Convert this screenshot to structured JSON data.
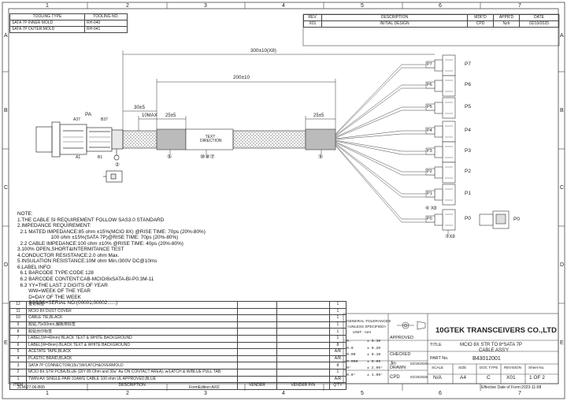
{
  "grid": {
    "cols": [
      "1",
      "2",
      "3",
      "4",
      "5",
      "6",
      "7"
    ],
    "rows": [
      "A",
      "B",
      "C",
      "D",
      "E"
    ]
  },
  "tooling": {
    "headers": [
      "TOOLING TYPE",
      "TOOLING NO."
    ],
    "rows": [
      [
        "SATA 7P INNER MOLD",
        "RH-040"
      ],
      [
        "SATA 7P OUTER MOLD",
        "RH-041"
      ]
    ]
  },
  "revision": {
    "headers": [
      "REV.",
      "DESCRIPTION",
      "MDF'D",
      "APPR'D",
      "DATE"
    ],
    "row": [
      "X01",
      "INITIAL DESIGN",
      "CPD",
      "Nzh",
      "02/19/2025"
    ]
  },
  "dims": {
    "overall": "300±10(X8)",
    "main": "200±10",
    "d30": "30±5",
    "d10": "10MAX",
    "d25a": "25±5",
    "d25b": "25±5"
  },
  "labels": {
    "pa": "PA",
    "a37": "A37",
    "b37": "B37",
    "a1": "A1",
    "b1": "B1",
    "text_direction": "TEXT DIRECTION",
    "callout_2": "②",
    "callout_5a": "⑤",
    "callout_5b": "⑤",
    "callout_mid": "⑩⑧⑦",
    "callout_6": "⑥ X8",
    "callout_3": "③X8",
    "p0_right": "P0"
  },
  "ports": [
    "P7",
    "P6",
    "P5",
    "P4",
    "P3",
    "P2",
    "P1",
    "P0"
  ],
  "notes": [
    "NOTE:",
    "1.THE CABLE SI REQUIREMENT FOLLOW SAS3.0 STANDARD",
    "2.IMPEDANCE REQUIREMENT:",
    "  2.1 MATED IMPEDANCE:85 ohm ±15%(MCIO 8X) @RISE TIME: 70ps (20%-80%)",
    "                        100 ohm ±15%(SATA 7P)@RISE TIME: 70ps (20%-80%)",
    "  2.2 CABLE IMPEDANCE:100 ohm ±10% @RISE TIME: 40ps (20%-80%)",
    "3.100% OPEN,SHORT&INTERMITANCE TEST",
    "4.CONDUCTOR RESISTANCE:2.0 ohm Max.",
    "5.INSULATION RESISTANCE:10M ohm Min./300V DC@10ms",
    "6.LABEL INFO:",
    "  6.1 BARCODE TYPE:CODE 128",
    "  6.2 BARCODE CONTENT:CAB-MCIO/8xSATA-BI-P0.3M-11",
    "  6.3 YY=THE LAST 2 DIGITS OF YEAR",
    "        WW=WEEK OF THE YEAR",
    "        D=DAY OF THE WEEK",
    "        SSSSS=SERIAL NO.(00001,00002......)"
  ],
  "bom": {
    "rows": [
      [
        "12",
        "登记标签",
        "",
        "1"
      ],
      [
        "11",
        "MCIO 8X DUST COVER",
        "",
        "1"
      ],
      [
        "10",
        "CABLE TIE,BLACK",
        "",
        "1"
      ],
      [
        "9",
        "胶贴,75x50mm,胸板用标签",
        "",
        "1"
      ],
      [
        "8",
        "胶贴丝印标签",
        "",
        "1"
      ],
      [
        "7",
        "LABEL(W=40mm) BLACK TEXT & WHITE BACKGROUND",
        "",
        "1"
      ],
      [
        "6",
        "LABEL(W=8mm) BLACK TEXT & WHITE BACKGROUND",
        "",
        "8"
      ],
      [
        "5",
        "ACETATE TAPE,BLACK",
        "",
        "A/R"
      ],
      [
        "4",
        "PLASTIC BRAID,BLACK",
        "",
        "A/R"
      ],
      [
        "3",
        "SATA 7P CONNECTOR(15u\")W/LATCH&OVERMOLD",
        "",
        "8"
      ],
      [
        "2",
        "MCIO 8X STR PCBA,BLUE (DIY 85 Ohm and 30u\" Au ON CONTACT AREA); w/LATCH & W/BLUE PULL TAB",
        "",
        "1"
      ],
      [
        "1",
        "TWIN-AX SINGLE PAIR 31AWG CABLE 100 ohm UL APPROVED,BLUE",
        "",
        "A/R"
      ]
    ],
    "footer": [
      "ITEM",
      "DESCRIPTION",
      "VENDER",
      "VENDER P/N",
      "Q'TY"
    ]
  },
  "tolerances": {
    "title1": "GENERAL TOLERANCES",
    "title2": "<UNLESS SPECIFIED>",
    "unit": "UNIT : mm",
    "rows": [
      [
        "0.",
        "±  0.30"
      ],
      [
        "0.0",
        "±  0.20"
      ],
      [
        "0.00",
        "±  0.10"
      ],
      [
        "0.000",
        "±  0.05"
      ],
      [
        "0°",
        "±  2.00°"
      ],
      [
        "0.0°",
        "±  1.00°"
      ]
    ]
  },
  "approvals": {
    "approved": "APPROVED",
    "checked": "CHECKED",
    "checked_by": "Jin",
    "checked_date": "02/19/2025",
    "drawn": "DRAWN",
    "drawn_by": "CPD",
    "drawn_date": "02/19/2025"
  },
  "titleblock": {
    "company": "10GTEK TRANSCEIVERS CO.,LTD",
    "title_lbl": "TITLE",
    "title1": "MCIO 8X STR TO 8*SATA 7P",
    "title2": "CABLE ASS'Y",
    "partno_lbl": "PART No.",
    "partno": "B43012001",
    "scale_lbl": "SCALE",
    "scale": "N/A",
    "size_lbl": "SIZE",
    "size": "A4",
    "doc_lbl": "DOC TYPE",
    "doc": "C",
    "rev_lbl": "REVISION",
    "rev": "X01",
    "sheet_lbl": "Sheet No.",
    "sheet": "1 OF 2"
  },
  "footer": {
    "left": "ZLM-27-06-B05",
    "form": "FormEdition:A/02",
    "effective": "Effective Date of Form:2023-11-08"
  }
}
